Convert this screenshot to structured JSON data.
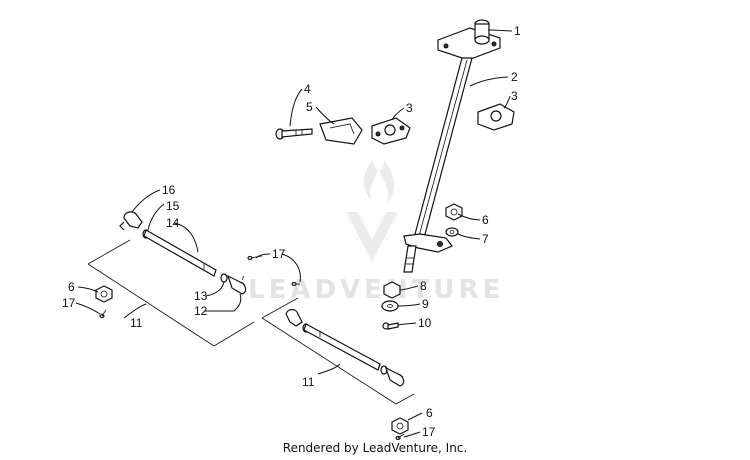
{
  "diagram": {
    "labels": {
      "l1": "1",
      "l2": "2",
      "l3a": "3",
      "l3b": "3",
      "l4": "4",
      "l5": "5",
      "l6a": "6",
      "l6b": "6",
      "l6c": "6",
      "l7": "7",
      "l8": "8",
      "l9": "9",
      "l10": "10",
      "l11a": "11",
      "l11b": "11",
      "l12": "12",
      "l13": "13",
      "l14": "14",
      "l15": "15",
      "l16": "16",
      "l17a": "17",
      "l17b": "17",
      "l17c": "17"
    },
    "watermark": "LEADVENTURE",
    "credit": "Rendered by LeadVenture, Inc."
  }
}
